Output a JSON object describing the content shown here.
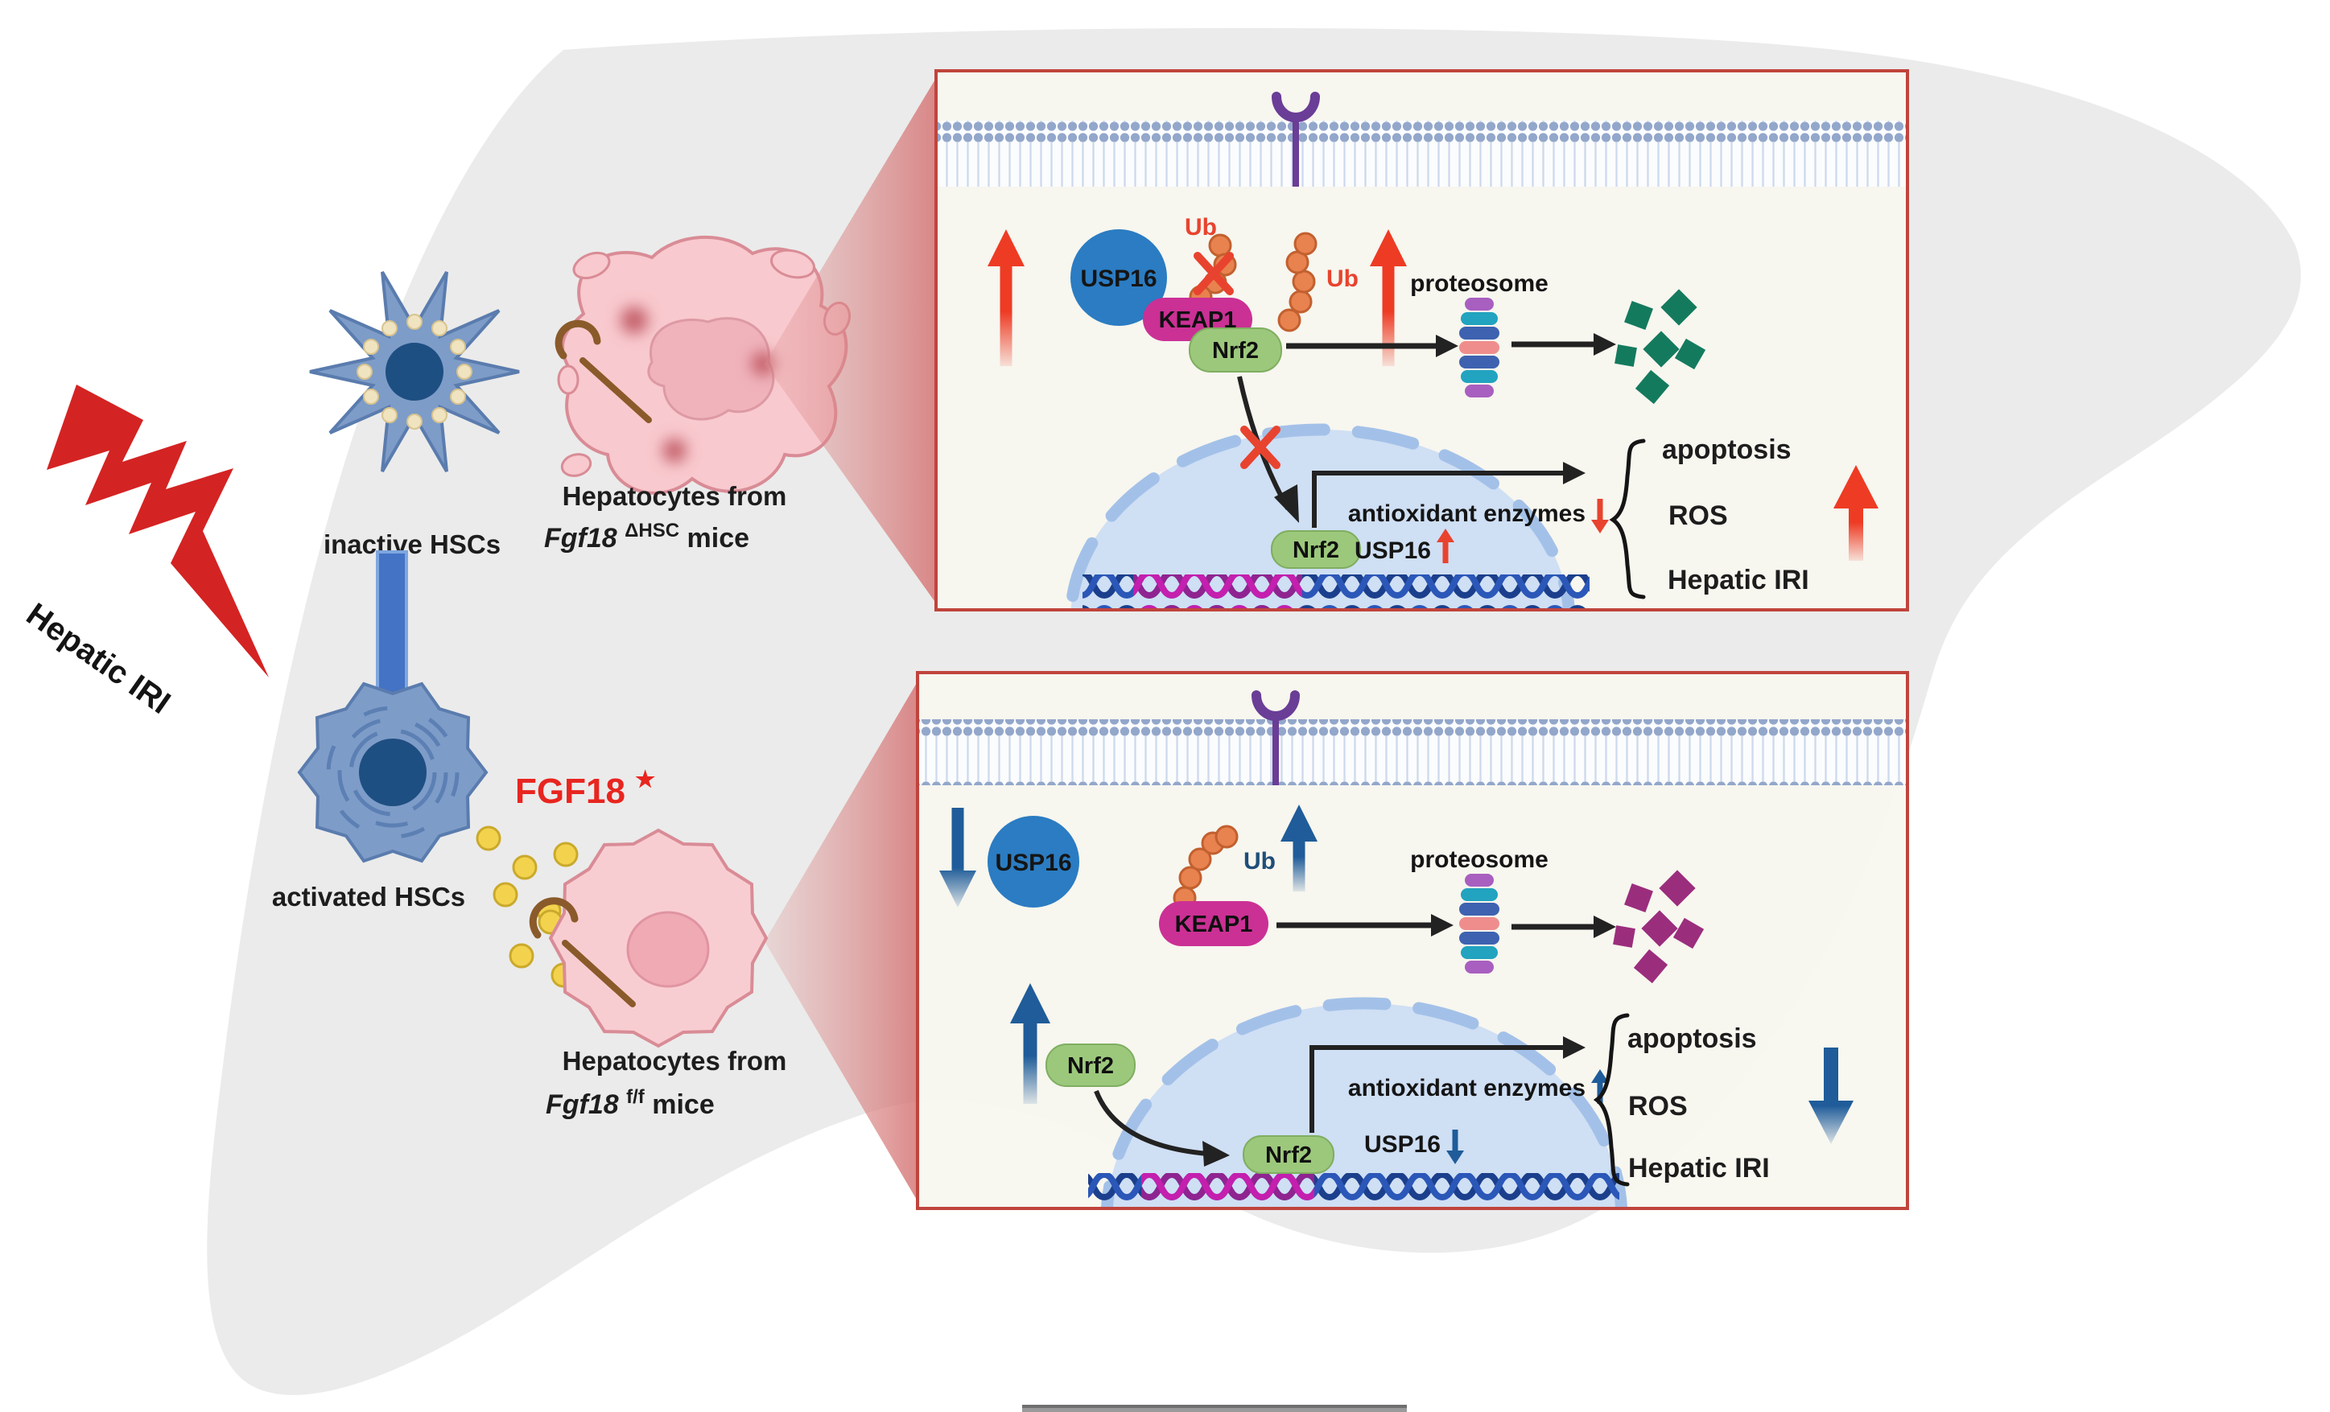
{
  "figure": {
    "kind": "signaling-pathway-graphical-abstract",
    "trigger_label": "Hepatic IRI"
  },
  "left_panel": {
    "hepatic_iri_label": "Hepatic IRI",
    "inactive_hscs_label": "inactive HSCs",
    "hepatocytes_dhsc": {
      "line1": "Hepatocytes from",
      "gene": "Fgf18",
      "sup": "ΔHSC",
      "rest": " mice"
    },
    "activated_hscs_label": "activated HSCs",
    "fgf18": {
      "label": "FGF18",
      "star": "★"
    },
    "hepatocytes_ff": {
      "line1": "Hepatocytes from",
      "gene": "Fgf18",
      "sup": "f/f",
      "rest": " mice"
    }
  },
  "top_box": {
    "usp16": "USP16",
    "ub1": "Ub",
    "ub2": "Ub",
    "keap1": "KEAP1",
    "nrf2": "Nrf2",
    "proteosome": "proteosome",
    "nrf2_nucleus": "Nrf2",
    "antioxidant": "antioxidant enzymes",
    "antioxidant_arrow_icon": "red-down-arrow",
    "usp16_status": "USP16",
    "usp16_arrow_icon": "red-up-arrow",
    "outcomes": {
      "apoptosis": "apoptosis",
      "ros": "ROS",
      "hepatic_iri": "Hepatic IRI"
    },
    "outcome_arrow_icon": "red-up-arrow"
  },
  "bottom_box": {
    "usp16": "USP16",
    "ub": "Ub",
    "keap1": "KEAP1",
    "nrf2_free": "Nrf2",
    "proteosome": "proteosome",
    "nrf2_nucleus": "Nrf2",
    "antioxidant": "antioxidant enzymes",
    "antioxidant_arrow_icon": "blue-up-arrow",
    "usp16_status": "USP16",
    "usp16_arrow_icon": "blue-down-arrow",
    "outcomes": {
      "apoptosis": "apoptosis",
      "ros": "ROS",
      "hepatic_iri": "Hepatic IRI"
    },
    "outcome_arrow_icon": "blue-down-arrow"
  },
  "colors": {
    "accent_red": "#e8432e",
    "accent_blue": "#1f5c99",
    "box_border": "#c0443c",
    "box_fill": "#f8f6ef",
    "liver_gray": "#ebebeb",
    "usp16_fill": "#2b7cc2",
    "keap1_fill": "#cb3095",
    "nrf2_fill": "#9cc87c",
    "ub_bead": "#e8824f",
    "membrane_head": "#93a7cb",
    "nucleus_fill": "#cfdff4",
    "fragment_teal": "#147a5e",
    "fragment_magenta": "#9b2d7d",
    "receptor_purple": "#6a3d96",
    "bolt_red": "#d42323",
    "fgf18_dot_yellow": "#f3d34e",
    "big_arrow_blue": "#4472c4"
  }
}
